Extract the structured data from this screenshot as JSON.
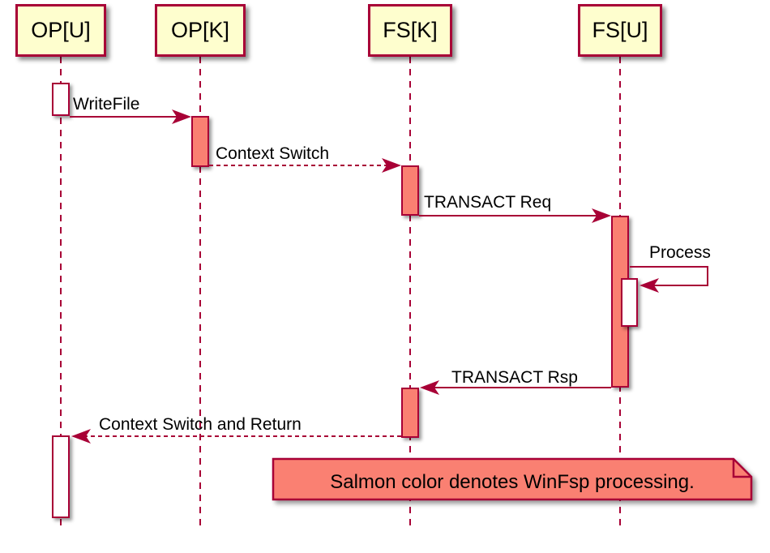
{
  "diagram": {
    "participants": [
      {
        "id": "op-u",
        "label": "OP[U]"
      },
      {
        "id": "op-k",
        "label": "OP[K]"
      },
      {
        "id": "fs-k",
        "label": "FS[K]"
      },
      {
        "id": "fs-u",
        "label": "FS[U]"
      }
    ],
    "messages": [
      {
        "label": "WriteFile",
        "type": "solid",
        "from": "OP[U]",
        "to": "OP[K]"
      },
      {
        "label": "Context Switch",
        "type": "dashed",
        "from": "OP[K]",
        "to": "FS[K]"
      },
      {
        "label": "TRANSACT Req",
        "type": "solid",
        "from": "FS[K]",
        "to": "FS[U]"
      },
      {
        "label": "Process",
        "type": "self",
        "from": "FS[U]",
        "to": "FS[U]"
      },
      {
        "label": "TRANSACT Rsp",
        "type": "solid",
        "from": "FS[U]",
        "to": "FS[K]"
      },
      {
        "label": "Context Switch and Return",
        "type": "dashed",
        "from": "FS[K]",
        "to": "OP[U]"
      }
    ],
    "note": {
      "text": "Salmon color denotes WinFsp processing."
    },
    "colors": {
      "participant_fill": "#FEFECE",
      "border": "#A80036",
      "salmon": "#FA8072",
      "text": "#000000",
      "background": "#FFFFFF"
    }
  }
}
